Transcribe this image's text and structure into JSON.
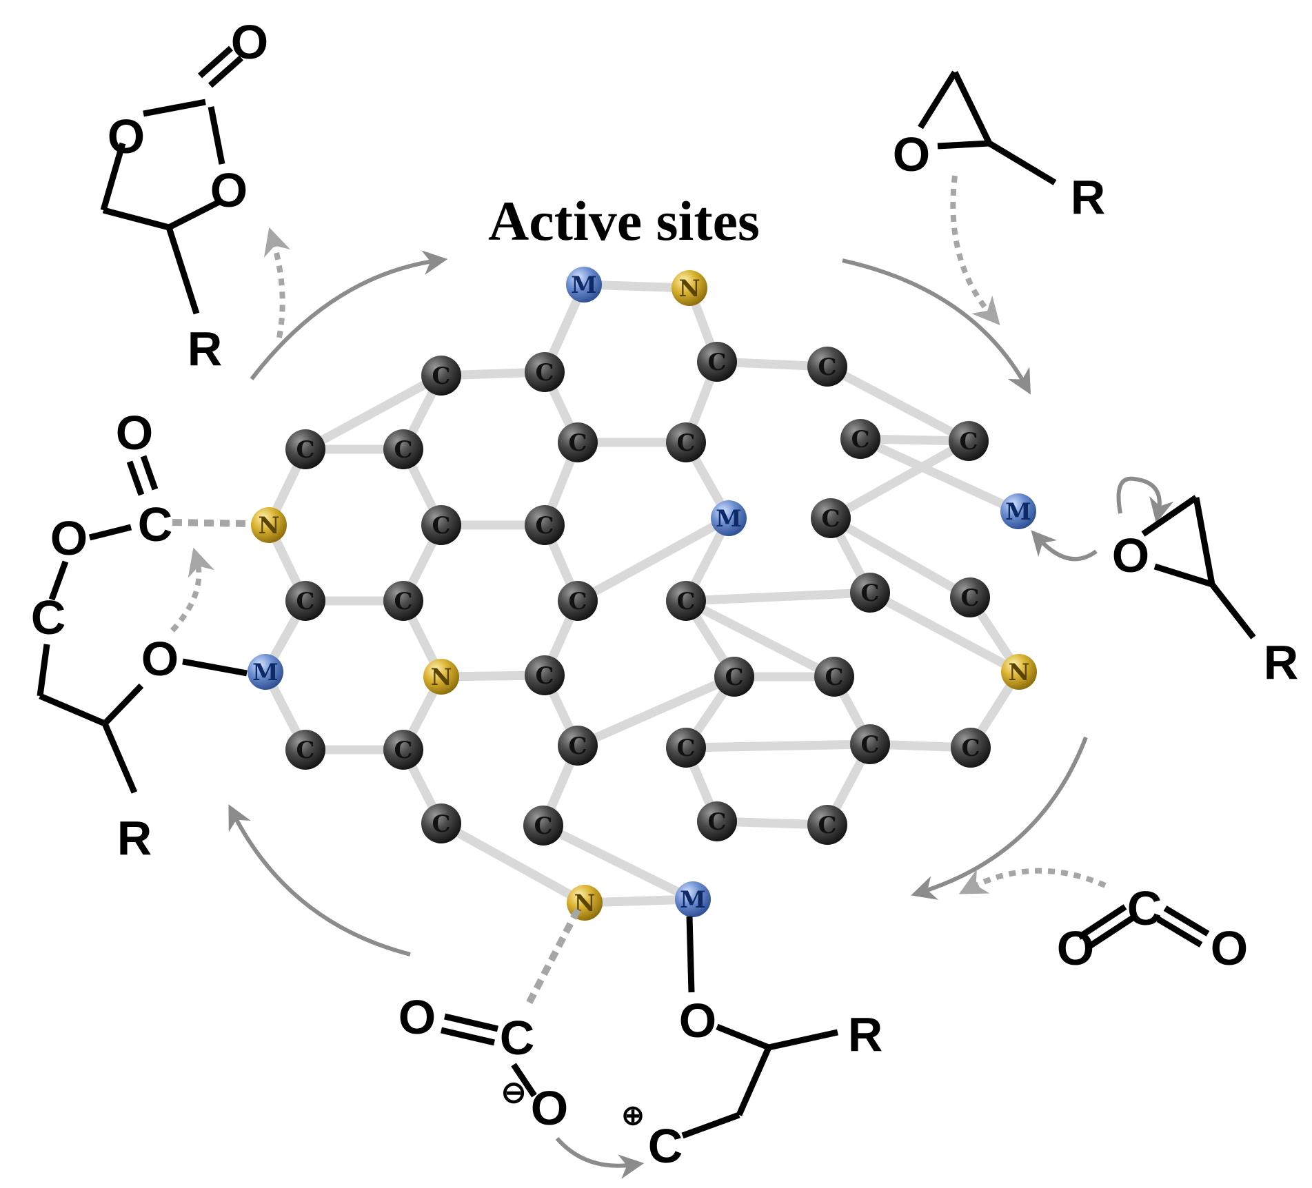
{
  "title": "Active sites",
  "atoms": {
    "carbon": "C",
    "nitrogen": "N",
    "metal": "M"
  },
  "labels": {
    "R": "R",
    "O": "O",
    "C": "C",
    "minus": "⊖",
    "plus": "⊕"
  },
  "colors": {
    "carbon": "#3a3a3a",
    "nitrogen": "#c9a227",
    "metal": "#3d63a8",
    "nitrogen_text": "#5a4400",
    "metal_text": "#0d2a66",
    "cycle_arrow": "#8c8c8c",
    "dashed_arrow": "#a6a6a6"
  }
}
